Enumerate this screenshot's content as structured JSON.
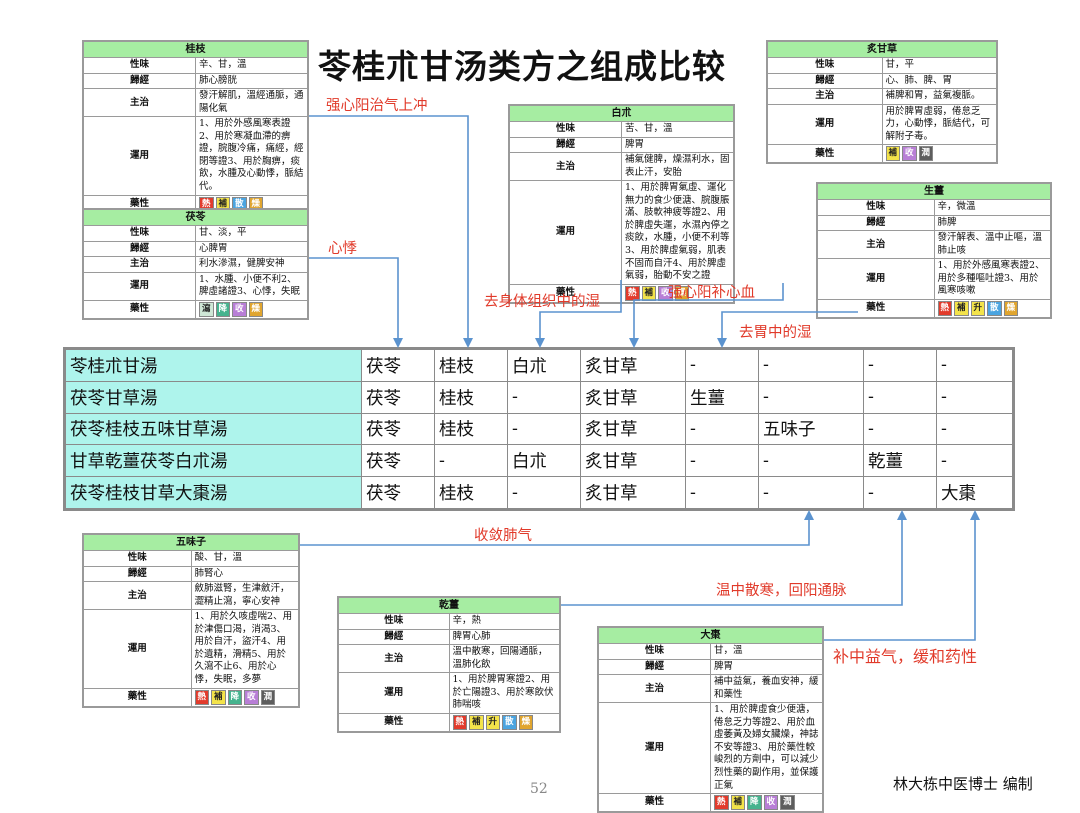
{
  "title": "苓桂朮甘汤类方之组成比较",
  "colors": {
    "annotation": "#e13a2a",
    "arrow": "#5b93cf",
    "herb_header": "#a6eda2",
    "formula_cell": "#aef4ec"
  },
  "annotations": {
    "guizhi": "强心阳治气上冲",
    "fuling": "心悸",
    "baizhu": "去身体组织中的湿",
    "gancao": "强心阳补心血",
    "shengjiang": "去胃中的湿",
    "wuweizi": "收敛肺气",
    "ganjiang": "温中散寒，回阳通脉",
    "dazao": "补中益气，缓和药性"
  },
  "herbs": {
    "guizhi": {
      "name": "桂枝",
      "rows": [
        {
          "label": "性味",
          "text": "辛、甘，溫"
        },
        {
          "label": "歸經",
          "text": "肺心膀胱"
        },
        {
          "label": "主治",
          "text": "發汗解肌，溫經通脈，通陽化氣"
        },
        {
          "label": "運用",
          "text": "1、用於外感風寒表證2、用於寒凝血滯的痹證，脘腹冷痛，痛經，經閉等證3、用於胸痹，痰飲，水腫及心動悸，脈結代。"
        }
      ],
      "prop_label": "藥性",
      "badges": [
        {
          "t": "熱",
          "bg": "#e23b2c",
          "fg": "#fff"
        },
        {
          "t": "補",
          "bg": "#f3e34a",
          "fg": "#222"
        },
        {
          "t": "散",
          "bg": "#4aa4e0",
          "fg": "#fff"
        },
        {
          "t": "燥",
          "bg": "#e0a52f",
          "fg": "#fff"
        }
      ]
    },
    "fuling": {
      "name": "茯苓",
      "rows": [
        {
          "label": "性味",
          "text": "甘、淡，平"
        },
        {
          "label": "歸經",
          "text": "心脾胃"
        },
        {
          "label": "主治",
          "text": "利水滲濕，健脾安神"
        },
        {
          "label": "運用",
          "text": "1、水腫、小便不利2、脾虛諸證3、心悸，失眠"
        }
      ],
      "prop_label": "藥性",
      "badges": [
        {
          "t": "瀉",
          "bg": "#cfe7d6",
          "fg": "#222"
        },
        {
          "t": "降",
          "bg": "#46b38e",
          "fg": "#fff"
        },
        {
          "t": "收",
          "bg": "#b87ed6",
          "fg": "#fff"
        },
        {
          "t": "燥",
          "bg": "#e0a52f",
          "fg": "#fff"
        }
      ]
    },
    "baizhu": {
      "name": "白朮",
      "rows": [
        {
          "label": "性味",
          "text": "苦、甘，溫"
        },
        {
          "label": "歸經",
          "text": "脾胃"
        },
        {
          "label": "主治",
          "text": "補氣健脾，燥濕利水，固表止汗，安胎"
        },
        {
          "label": "運用",
          "text": "1、用於脾胃氣虛、運化無力的食少便溏、脘腹脹滿、肢軟神疲等證2、用於脾虛失運，水濕內停之痰飲，水腫，小便不利等3、用於脾虛氣弱，肌表不固而自汗4、用於脾虛氣弱，胎動不安之證"
        }
      ],
      "prop_label": "藥性",
      "badges": [
        {
          "t": "熱",
          "bg": "#e23b2c",
          "fg": "#fff"
        },
        {
          "t": "補",
          "bg": "#f3e34a",
          "fg": "#222"
        },
        {
          "t": "收",
          "bg": "#b87ed6",
          "fg": "#fff"
        },
        {
          "t": "燥",
          "bg": "#e0a52f",
          "fg": "#fff"
        }
      ]
    },
    "zhigancao": {
      "name": "炙甘草",
      "rows": [
        {
          "label": "性味",
          "text": "甘，平"
        },
        {
          "label": "歸經",
          "text": "心、肺、脾、胃"
        },
        {
          "label": "主治",
          "text": "補脾和胃，益氣複脈。"
        },
        {
          "label": "運用",
          "text": "用於脾胃虛弱，倦怠乏力，心動悸，脈結代，可解附子毒。"
        }
      ],
      "prop_label": "藥性",
      "badges": [
        {
          "t": "補",
          "bg": "#f3e34a",
          "fg": "#222"
        },
        {
          "t": "收",
          "bg": "#b87ed6",
          "fg": "#fff"
        },
        {
          "t": "潤",
          "bg": "#5d5d5d",
          "fg": "#fff"
        }
      ]
    },
    "shengjiang": {
      "name": "生薑",
      "rows": [
        {
          "label": "性味",
          "text": "辛，微溫"
        },
        {
          "label": "歸經",
          "text": "肺脾"
        },
        {
          "label": "主治",
          "text": "發汗解表、溫中止嘔，溫肺止咳"
        },
        {
          "label": "運用",
          "text": "1、用於外感風寒表證2、用於多種嘔吐證3、用於風寒咳嗽"
        }
      ],
      "prop_label": "藥性",
      "badges": [
        {
          "t": "熱",
          "bg": "#e23b2c",
          "fg": "#fff"
        },
        {
          "t": "補",
          "bg": "#f3e34a",
          "fg": "#222"
        },
        {
          "t": "升",
          "bg": "#f3e34a",
          "fg": "#222"
        },
        {
          "t": "散",
          "bg": "#4aa4e0",
          "fg": "#fff"
        },
        {
          "t": "燥",
          "bg": "#e0a52f",
          "fg": "#fff"
        }
      ]
    },
    "wuweizi": {
      "name": "五味子",
      "rows": [
        {
          "label": "性味",
          "text": "酸、甘，溫"
        },
        {
          "label": "歸經",
          "text": "肺腎心"
        },
        {
          "label": "主治",
          "text": "斂肺滋腎，生津斂汗，澀精止瀉，寧心安神"
        },
        {
          "label": "運用",
          "text": "1、用於久咳虛喘2、用於津傷口渴，消渴3、用於自汗，盜汗4、用於遺精，滑精5、用於久瀉不止6、用於心悸，失眠，多夢"
        }
      ],
      "prop_label": "藥性",
      "badges": [
        {
          "t": "熱",
          "bg": "#e23b2c",
          "fg": "#fff"
        },
        {
          "t": "補",
          "bg": "#f3e34a",
          "fg": "#222"
        },
        {
          "t": "降",
          "bg": "#46b38e",
          "fg": "#fff"
        },
        {
          "t": "收",
          "bg": "#b87ed6",
          "fg": "#fff"
        },
        {
          "t": "潤",
          "bg": "#5d5d5d",
          "fg": "#fff"
        }
      ]
    },
    "ganjiang": {
      "name": "乾薑",
      "rows": [
        {
          "label": "性味",
          "text": "辛，熱"
        },
        {
          "label": "歸經",
          "text": "脾胃心肺"
        },
        {
          "label": "主治",
          "text": "溫中散寒，回陽通脈，溫肺化飲"
        },
        {
          "label": "運用",
          "text": "1、用於脾胃寒證2、用於亡陽證3、用於寒飲伏肺喘咳"
        }
      ],
      "prop_label": "藥性",
      "badges": [
        {
          "t": "熱",
          "bg": "#e23b2c",
          "fg": "#fff"
        },
        {
          "t": "補",
          "bg": "#f3e34a",
          "fg": "#222"
        },
        {
          "t": "升",
          "bg": "#f3e34a",
          "fg": "#222"
        },
        {
          "t": "散",
          "bg": "#4aa4e0",
          "fg": "#fff"
        },
        {
          "t": "燥",
          "bg": "#e0a52f",
          "fg": "#fff"
        }
      ]
    },
    "dazao": {
      "name": "大棗",
      "rows": [
        {
          "label": "性味",
          "text": "甘，溫"
        },
        {
          "label": "歸經",
          "text": "脾胃"
        },
        {
          "label": "主治",
          "text": "補中益氣，養血安神，緩和藥性"
        },
        {
          "label": "運用",
          "text": "1、用於脾虛食少便溏，倦怠乏力等證2、用於血虛萎黃及婦女臟燥，神誌不安等證3、用於藥性較峻烈的方劑中，可以減少烈性藥的副作用，並保護正氣"
        }
      ],
      "prop_label": "藥性",
      "badges": [
        {
          "t": "熱",
          "bg": "#e23b2c",
          "fg": "#fff"
        },
        {
          "t": "補",
          "bg": "#f3e34a",
          "fg": "#222"
        },
        {
          "t": "降",
          "bg": "#46b38e",
          "fg": "#fff"
        },
        {
          "t": "收",
          "bg": "#b87ed6",
          "fg": "#fff"
        },
        {
          "t": "潤",
          "bg": "#5d5d5d",
          "fg": "#fff"
        }
      ]
    }
  },
  "comparison": [
    [
      "苓桂朮甘湯",
      "茯苓",
      "桂枝",
      "白朮",
      "炙甘草",
      "-",
      "-",
      "-",
      "-"
    ],
    [
      "茯苓甘草湯",
      "茯苓",
      "桂枝",
      "-",
      "炙甘草",
      "生薑",
      "-",
      "-",
      "-"
    ],
    [
      "茯苓桂枝五味甘草湯",
      "茯苓",
      "桂枝",
      "-",
      "炙甘草",
      "-",
      "五味子",
      "-",
      "-"
    ],
    [
      "甘草乾薑茯苓白朮湯",
      "茯苓",
      "-",
      "白朮",
      "炙甘草",
      "-",
      "-",
      "乾薑",
      "-"
    ],
    [
      "茯苓桂枝甘草大棗湯",
      "茯苓",
      "桂枝",
      "-",
      "炙甘草",
      "-",
      "-",
      "-",
      "大棗"
    ]
  ],
  "page_number": "52",
  "credit": "林大栋中医博士 编制"
}
